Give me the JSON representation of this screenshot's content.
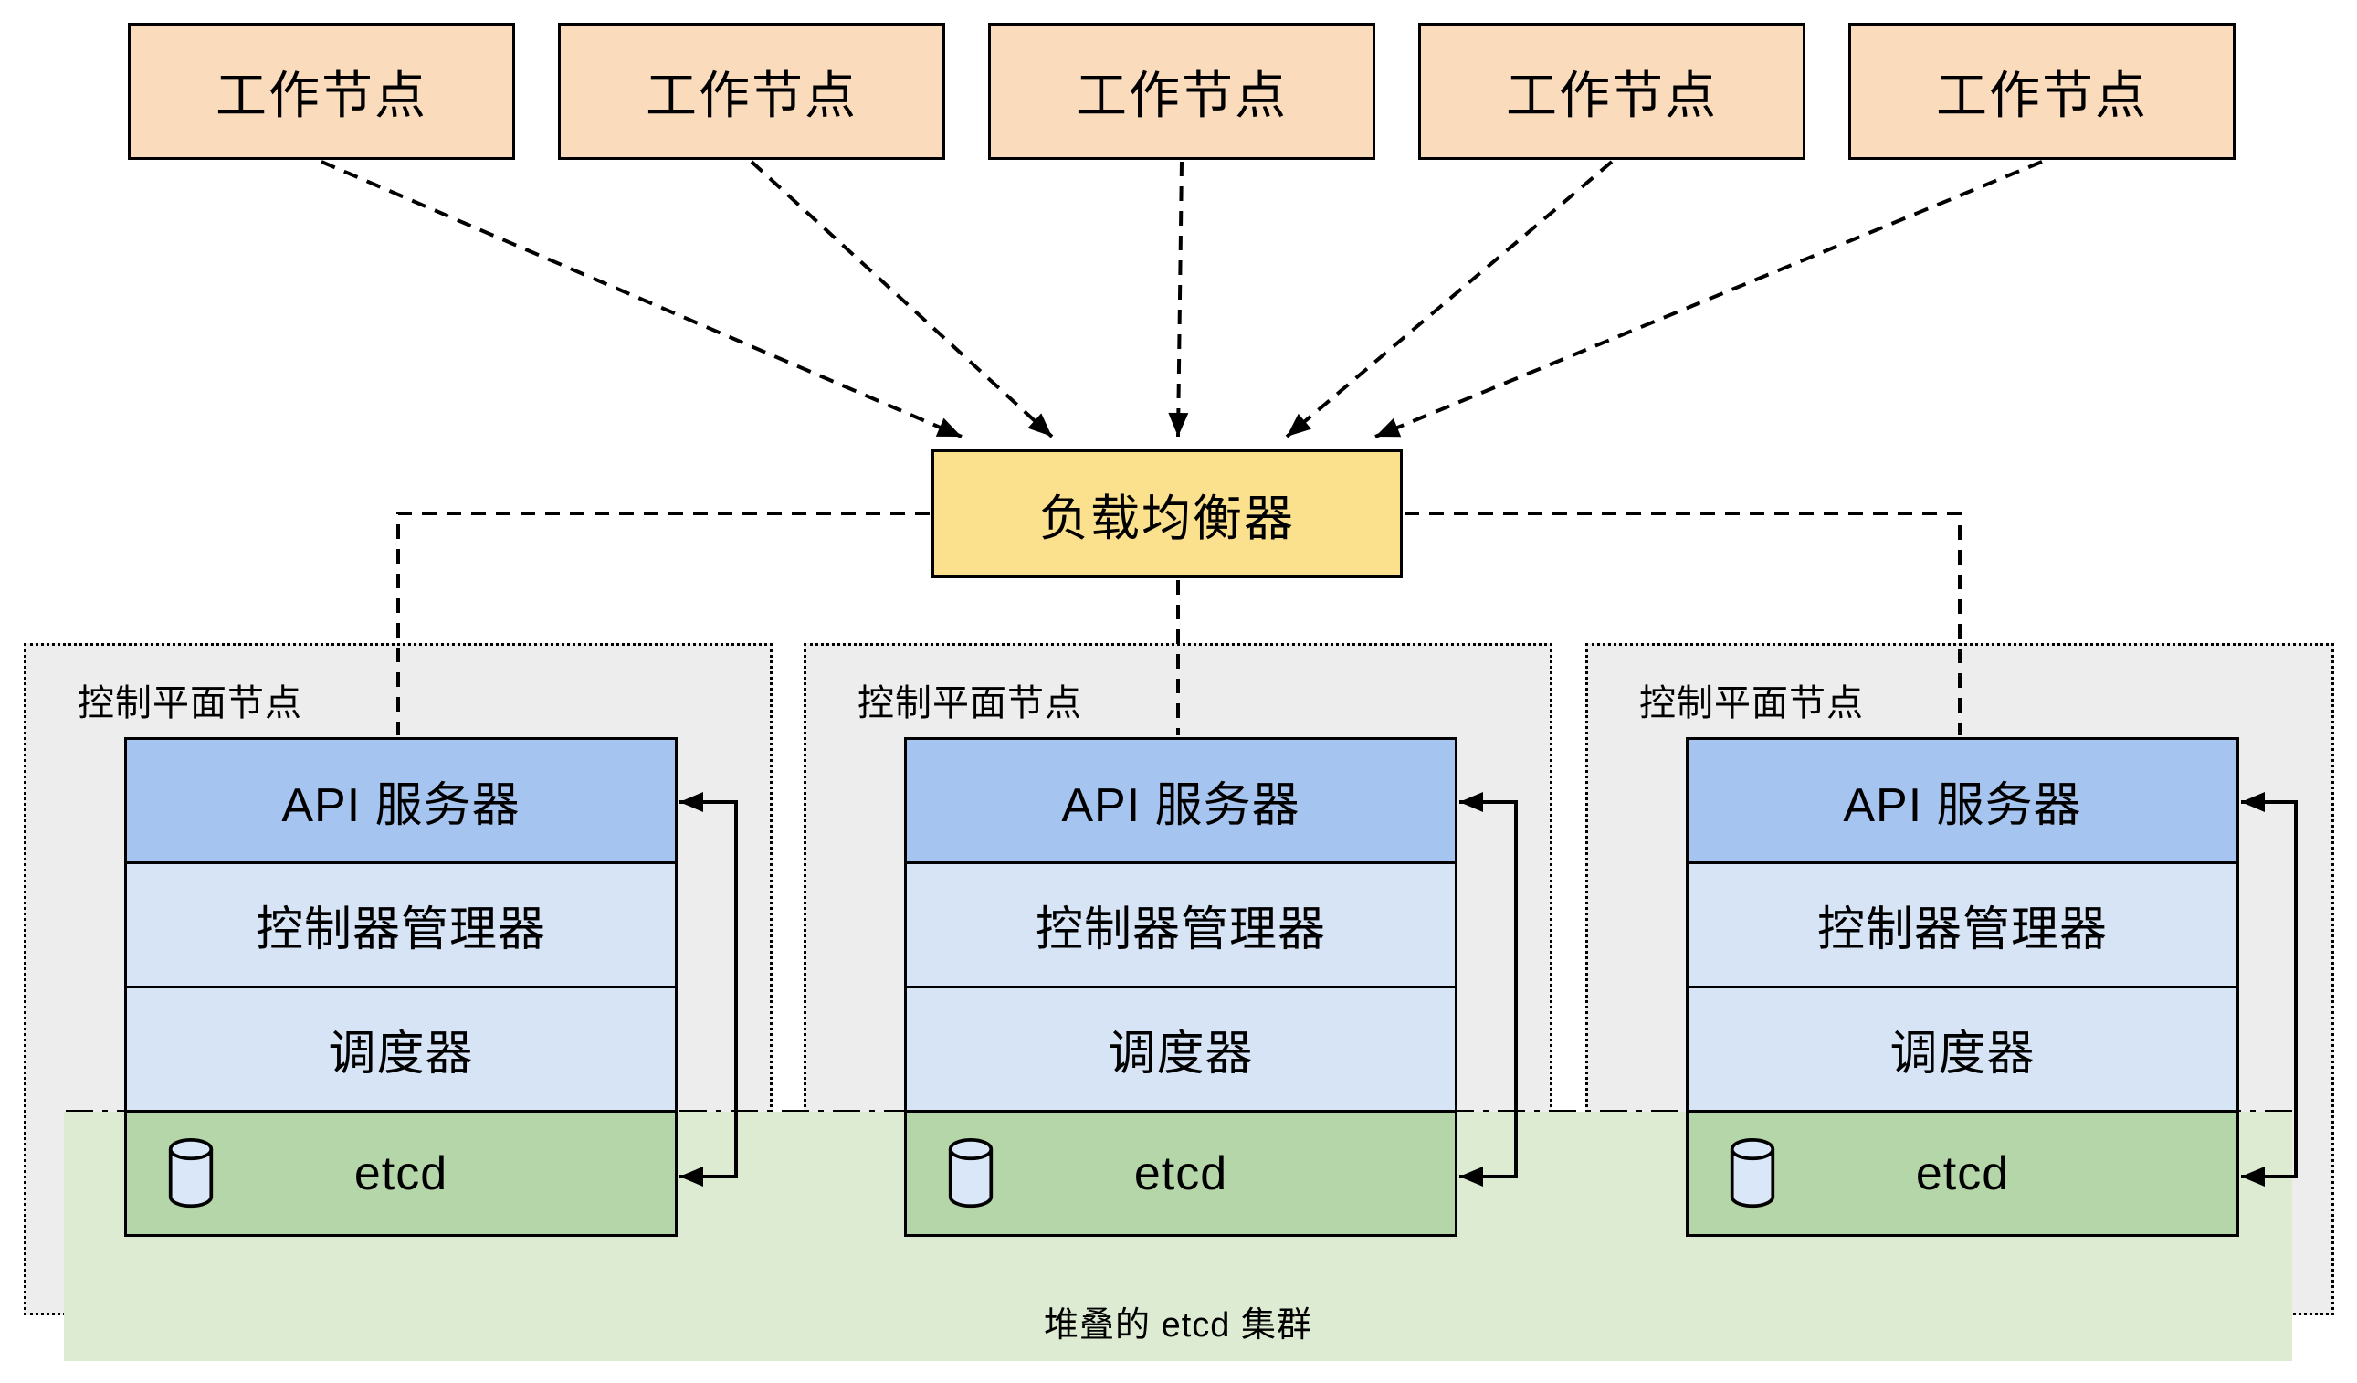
{
  "diagram": {
    "worker_nodes": [
      {
        "label": "工作节点"
      },
      {
        "label": "工作节点"
      },
      {
        "label": "工作节点"
      },
      {
        "label": "工作节点"
      },
      {
        "label": "工作节点"
      }
    ],
    "load_balancer": {
      "label": "负载均衡器"
    },
    "control_plane_groups": [
      {
        "label": "控制平面节点",
        "components": [
          {
            "label": "API 服务器"
          },
          {
            "label": "控制器管理器"
          },
          {
            "label": "调度器"
          },
          {
            "label": "etcd"
          }
        ]
      },
      {
        "label": "控制平面节点",
        "components": [
          {
            "label": "API 服务器"
          },
          {
            "label": "控制器管理器"
          },
          {
            "label": "调度器"
          },
          {
            "label": "etcd"
          }
        ]
      },
      {
        "label": "控制平面节点",
        "components": [
          {
            "label": "API 服务器"
          },
          {
            "label": "控制器管理器"
          },
          {
            "label": "调度器"
          },
          {
            "label": "etcd"
          }
        ]
      }
    ],
    "etcd_cluster_band": {
      "label": "堆叠的 etcd 集群"
    },
    "colors": {
      "worker_fill": "#fadcbc",
      "load_balancer_fill": "#fbe08d",
      "api_server_fill": "#a6c4f0",
      "component_fill": "#d6e4f6",
      "etcd_fill": "#b5d6a8",
      "band_fill": "#dcebd2",
      "group_fill": "#ededed",
      "line_color": "#000000"
    }
  }
}
